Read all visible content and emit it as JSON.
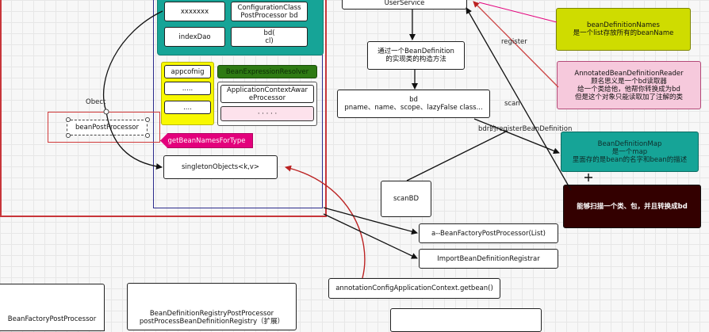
{
  "nodes": {
    "xxxxxxx": "xxxxxxx",
    "config_pp": "ConfigurationClass\nPostProcessor  bd",
    "indexDao": "indexDao",
    "bd_cl": "bd(\ncl)",
    "appcofnig": "appcofnig",
    "dots1": ".....",
    "dots2": "....",
    "bean_expr": "BeanExpressionResolver",
    "app_ctx_aware": "ApplicationContextAwar\neProcessor",
    "dots_row": "·  ·  ·  ·  ·",
    "get_bean_names": "getBeanNamesForType",
    "bean_post_processor": "beanPostProcessor",
    "singleton_objects": "singletonObjects<k,v>",
    "user_service": "UserService",
    "constructor_note": "通过一个BeanDefinition\n的实现类的构造方法",
    "bd_fields": "bd\npname、name、scope、lazyFalse class...",
    "scan_bd": "scanBD",
    "bfpp_list": "a--BeanFactoryPostProcessor(List)",
    "import_bdr": "ImportBeanDefinitionRegistrar",
    "ctx_getbean": "annotationConfigApplicationContext.getbean()",
    "bdrpp": "BeanDefinitionRegistryPostProcessor\npostProcessBeanDefinitionRegistry（扩展）",
    "bfpp_partial": "BeanFactoryPostProcessor",
    "bean_def_names": "beanDefinitionNames\n是一个list存放所有的beanName",
    "annotated_reader": "AnnotatedBeanDefinitionReader\n顾名思义是一个bd读取器\n给一个类给他，他帮你转换成为bd\n但是这个对象只能读取加了注解的类",
    "bean_def_map": "BeanDefinitionMap\n是一个map\n里面存的是bean的名字和bean的描述",
    "scanner_note": "能够扫描一个类、包，并且转换成bd"
  },
  "edge_labels": {
    "obect": "Obect",
    "register": "register",
    "scan": "scan",
    "bdr_register": "bdr的registerBeanDefinition"
  },
  "colors": {
    "teal": "#16a497",
    "yellow": "#f8f800",
    "green": "#2e7a13",
    "magenta": "#e3007c",
    "red_frame": "#c8353a",
    "lime": "#cfdc00",
    "pink": "#f6c9dc",
    "dark_red": "#330000",
    "navy": "#2b2b8c"
  }
}
